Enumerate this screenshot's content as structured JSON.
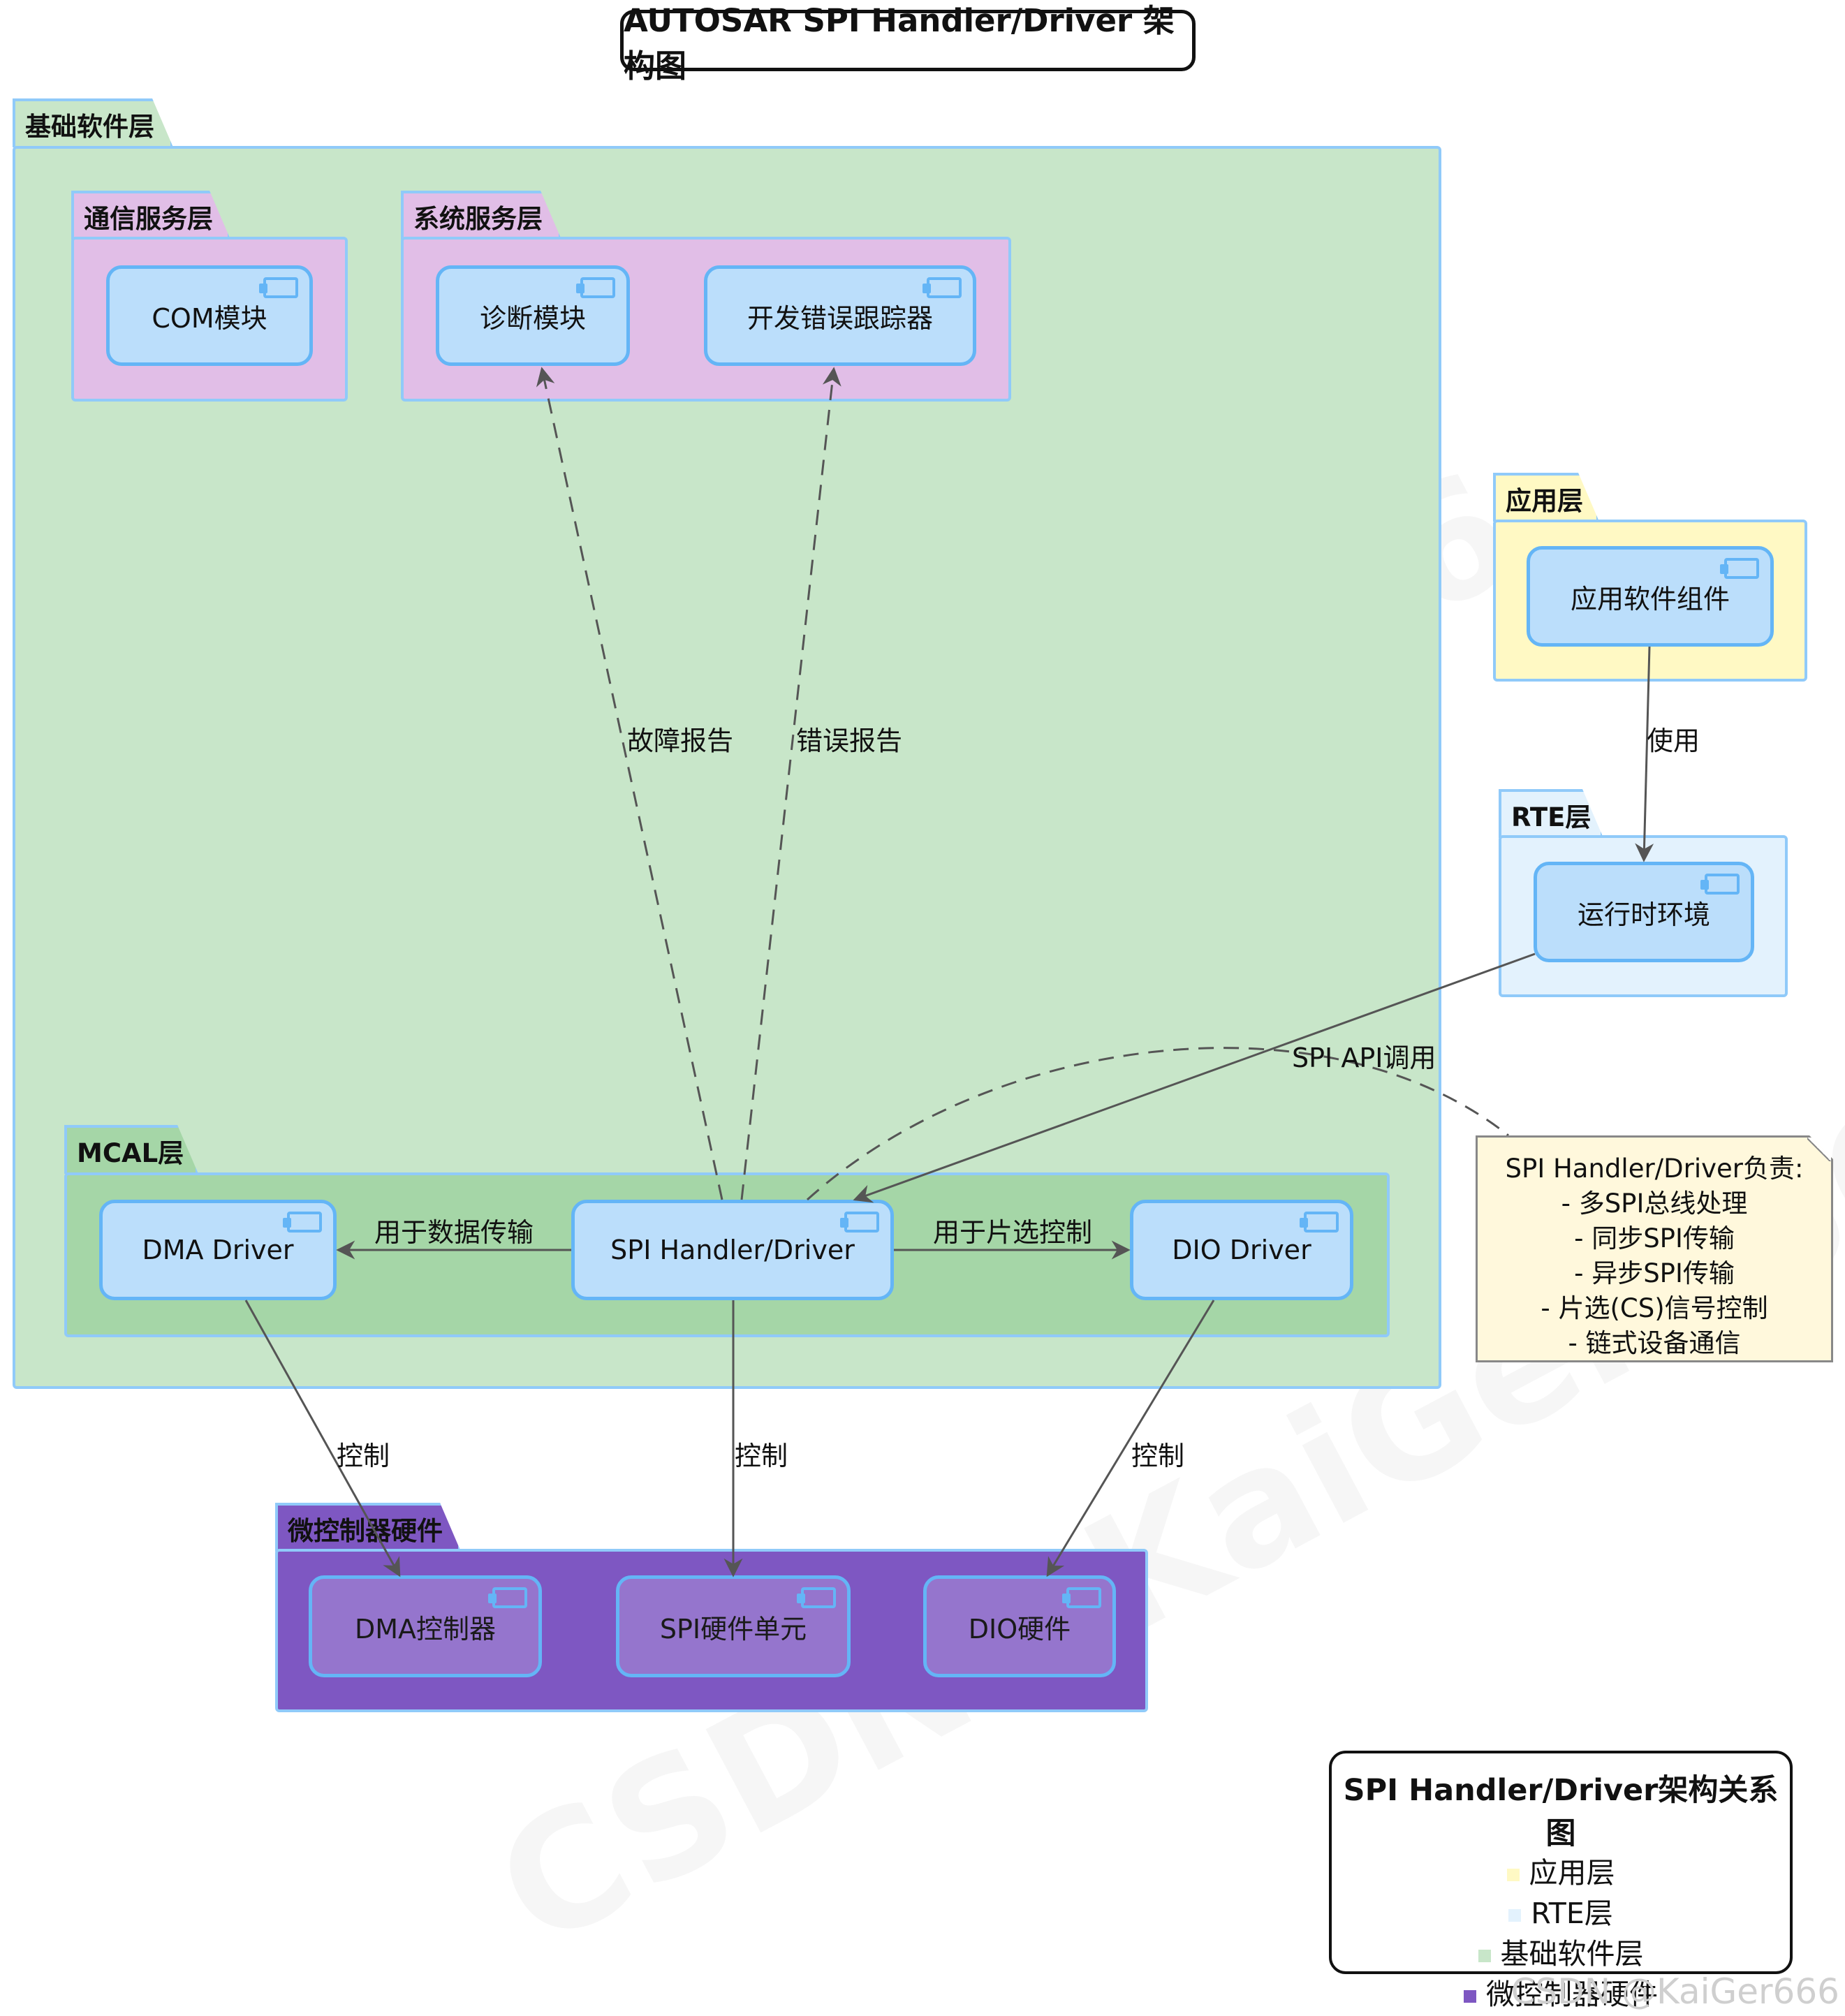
{
  "title": "AUTOSAR SPI Handler/Driver 架构图",
  "colors": {
    "app_layer": "#fff9c4",
    "rte_layer": "#e3f2fd",
    "bsw_layer": "#c8e6c9",
    "mcal_layer": "#a5d6a7",
    "service_layer": "#e1bee7",
    "hw_layer": "#7e57c2",
    "component": "#bbdefb",
    "hw_component": "#9575cd",
    "border": "#90caf9",
    "note": "#fff8dc"
  },
  "packages": {
    "bsw": "基础软件层",
    "com_services": "通信服务层",
    "sys_services": "系统服务层",
    "mcal": "MCAL层",
    "app": "应用层",
    "rte": "RTE层",
    "hw": "微控制器硬件"
  },
  "components": {
    "com": "COM模块",
    "diag": "诊断模块",
    "det": "开发错误跟踪器",
    "app_swc": "应用软件组件",
    "rte_env": "运行时环境",
    "dma_driver": "DMA Driver",
    "spi_driver": "SPI Handler/Driver",
    "dio_driver": "DIO Driver",
    "dma_hw": "DMA控制器",
    "spi_hw": "SPI硬件单元",
    "dio_hw": "DIO硬件"
  },
  "relations": {
    "fault_report": "故障报告",
    "error_report": "错误报告",
    "use": "使用",
    "spi_api": "SPI API调用",
    "data_transfer": "用于数据传输",
    "chip_select": "用于片选控制",
    "control_dma": "控制",
    "control_spi": "控制",
    "control_dio": "控制"
  },
  "note": {
    "title": "SPI Handler/Driver负责:",
    "items": [
      "- 多SPI总线处理",
      "- 同步SPI传输",
      "- 异步SPI传输",
      "- 片选(CS)信号控制",
      "- 链式设备通信"
    ]
  },
  "legend": {
    "title": "SPI Handler/Driver架构关系图",
    "items": [
      {
        "label": "应用层",
        "color": "#fff9c4"
      },
      {
        "label": "RTE层",
        "color": "#e3f2fd"
      },
      {
        "label": "基础软件层",
        "color": "#c8e6c9"
      },
      {
        "label": "微控制器硬件",
        "color": "#7e57c2"
      }
    ]
  },
  "credit": "CSDN @KaiGer666"
}
